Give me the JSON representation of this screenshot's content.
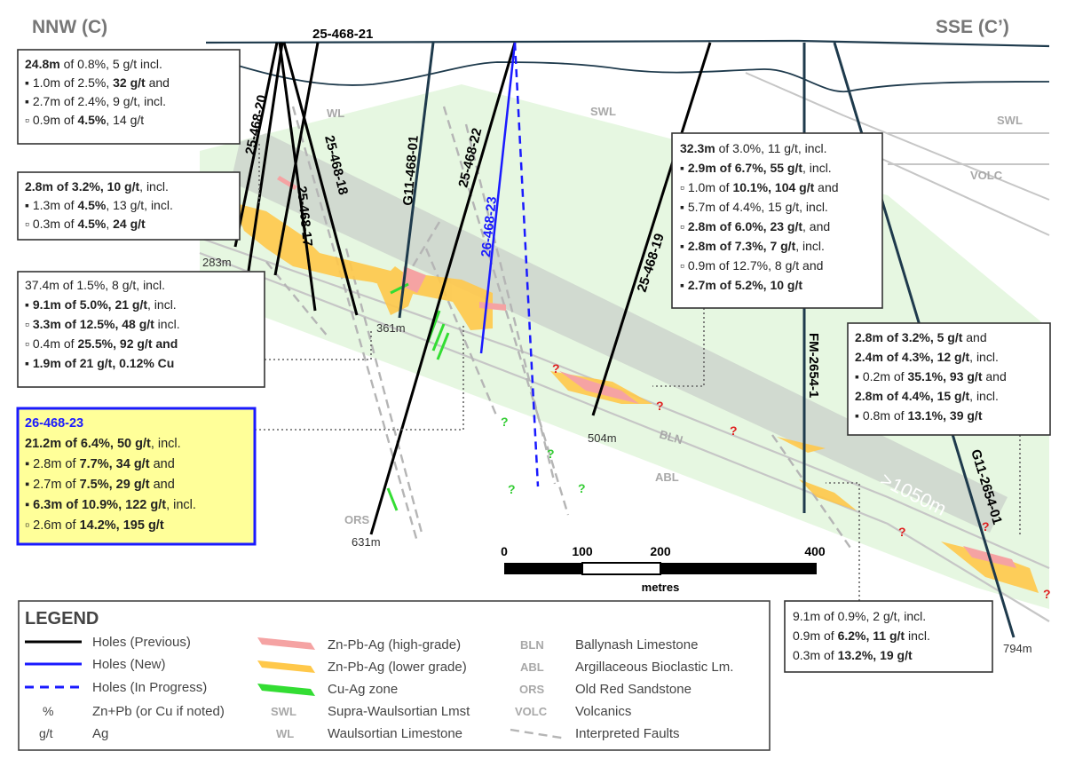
{
  "section": {
    "left_label": "NNW (C)",
    "right_label": "SSE (C’)",
    "distance_label": ">1050m"
  },
  "holes": [
    {
      "id": "25-468-21",
      "type": "previous"
    },
    {
      "id": "25-468-20",
      "type": "previous"
    },
    {
      "id": "25-468-17",
      "type": "previous"
    },
    {
      "id": "25-468-18",
      "type": "previous"
    },
    {
      "id": "G11-468-01",
      "type": "previous"
    },
    {
      "id": "25-468-22",
      "type": "previous"
    },
    {
      "id": "26-468-23",
      "type": "new"
    },
    {
      "id": "25-468-19",
      "type": "previous"
    },
    {
      "id": "FM-2654-1",
      "type": "previous"
    },
    {
      "id": "G11-2654-01",
      "type": "previous"
    }
  ],
  "depths": [
    "283m",
    "361m",
    "631m",
    "504m",
    "794m"
  ],
  "units": [
    "WL",
    "SWL",
    "SWL",
    "VOLC",
    "BLN",
    "ABL",
    "ORS"
  ],
  "unknown_marker": "?",
  "scale_bar": {
    "ticks": [
      "0",
      "100",
      "200",
      "400"
    ],
    "unit": "metres"
  },
  "boxes": {
    "b1": [
      [
        {
          "t": "24.8m",
          "b": true
        },
        {
          "t": " of 0.8%, 5 g/t incl."
        }
      ],
      [
        {
          "t": "▪ 1.0m of 2.5%, "
        },
        {
          "t": "32 g/t",
          "b": true
        },
        {
          "t": " and"
        }
      ],
      [
        {
          "t": "▪ 2.7m of 2.4%, 9 g/t, incl."
        }
      ],
      [
        {
          "t": "   ▫ 0.9m of "
        },
        {
          "t": "4.5%",
          "b": true
        },
        {
          "t": ", 14 g/t"
        }
      ]
    ],
    "b2": [
      [
        {
          "t": "2.8m of 3.2%, 10 g/t",
          "b": true
        },
        {
          "t": ", incl."
        }
      ],
      [
        {
          "t": "▪ 1.3m of "
        },
        {
          "t": "4.5%",
          "b": true
        },
        {
          "t": ", 13 g/t, incl."
        }
      ],
      [
        {
          "t": "   ▫ 0.3m of "
        },
        {
          "t": "4.5%",
          "b": true
        },
        {
          "t": ", "
        },
        {
          "t": "24 g/t",
          "b": true
        }
      ]
    ],
    "b3": [
      [
        {
          "t": "37.4m of 1.5%, 8 g/t, incl."
        }
      ],
      [
        {
          "t": "▪ 9.1m of 5.0%, 21 g/t",
          "b": true
        },
        {
          "t": ", incl."
        }
      ],
      [
        {
          "t": "   ▫ 3.3m of 12.5%, 48 g/t",
          "b": true
        },
        {
          "t": " incl."
        }
      ],
      [
        {
          "t": "     ▫ 0.4m of "
        },
        {
          "t": "25.5%, 92 g/t and",
          "b": true
        }
      ],
      [
        {
          "t": "▪ 1.9m of 21 g/t, 0.12% Cu",
          "b": true
        }
      ]
    ],
    "b4": [
      [
        {
          "t": "26-468-23",
          "b": true,
          "c": "#1a1aff"
        }
      ],
      [
        {
          "t": "21.2m of 6.4%, 50 g/t",
          "b": true
        },
        {
          "t": ", incl."
        }
      ],
      [
        {
          "t": "▪ 2.8m of "
        },
        {
          "t": "7.7%, 34 g/t",
          "b": true
        },
        {
          "t": " and"
        }
      ],
      [
        {
          "t": "▪ 2.7m of "
        },
        {
          "t": "7.5%, 29 g/t",
          "b": true
        },
        {
          "t": " and"
        }
      ],
      [
        {
          "t": "▪ 6.3m of 10.9%, 122 g/t",
          "b": true
        },
        {
          "t": ", incl."
        }
      ],
      [
        {
          "t": "   ▫ 2.6m of "
        },
        {
          "t": "14.2%, 195 g/t",
          "b": true
        }
      ]
    ],
    "b5": [
      [
        {
          "t": "32.3m",
          "b": true
        },
        {
          "t": " of 3.0%, 11 g/t, incl."
        }
      ],
      [
        {
          "t": "▪ 2.9m of 6.7%, 55 g/t",
          "b": true
        },
        {
          "t": ", incl."
        }
      ],
      [
        {
          "t": "   ▫ 1.0m of "
        },
        {
          "t": "10.1%, 104 g/t",
          "b": true
        },
        {
          "t": " and"
        }
      ],
      [
        {
          "t": "▪ 5.7m of 4.4%, 15 g/t, incl."
        }
      ],
      [
        {
          "t": "   ▫ "
        },
        {
          "t": "2.8m of 6.0%, 23 g/t",
          "b": true
        },
        {
          "t": ", and"
        }
      ],
      [
        {
          "t": "▪ 2.8m of 7.3%, 7 g/t",
          "b": true
        },
        {
          "t": ", incl."
        }
      ],
      [
        {
          "t": "   ▫ 0.9m of 12.7%, 8 g/t and"
        }
      ],
      [
        {
          "t": "▪ 2.7m of 5.2%, 10 g/t",
          "b": true
        }
      ]
    ],
    "b6": [
      [
        {
          "t": "2.8m of 3.2%, ",
          "b": true
        },
        {
          "t": "5 g/t",
          "b": true
        },
        {
          "t": " and"
        }
      ],
      [
        {
          "t": "2.4m of 4.3%, 12 g/t",
          "b": true
        },
        {
          "t": ", incl."
        }
      ],
      [
        {
          "t": "▪ 0.2m of "
        },
        {
          "t": "35.1%, 93 g/t",
          "b": true
        },
        {
          "t": " and"
        }
      ],
      [
        {
          "t": "2.8m of 4.4%, 15 g/t",
          "b": true
        },
        {
          "t": ", incl."
        }
      ],
      [
        {
          "t": "▪ 0.8m of "
        },
        {
          "t": "13.1%, 39 g/t",
          "b": true
        }
      ]
    ],
    "b7": [
      [
        {
          "t": "9.1m of 0.9%, 2 g/t, incl."
        }
      ],
      [
        {
          "t": "0.9m of "
        },
        {
          "t": "6.2%, 11 g/t",
          "b": true
        },
        {
          "t": " incl."
        }
      ],
      [
        {
          "t": "0.3m of "
        },
        {
          "t": "13.2%, 19 g/t",
          "b": true
        }
      ]
    ]
  },
  "legend": {
    "title": "LEGEND",
    "col1": [
      {
        "sym": "line-black",
        "label": "Holes (Previous)"
      },
      {
        "sym": "line-blue",
        "label": "Holes (New)"
      },
      {
        "sym": "line-blue-dash",
        "label": "Holes (In Progress)"
      },
      {
        "sym": "%",
        "label": "Zn+Pb (or Cu if noted)"
      },
      {
        "sym": "g/t",
        "label": "Ag"
      }
    ],
    "col2": [
      {
        "sym": "pink",
        "label": "Zn-Pb-Ag (high-grade)"
      },
      {
        "sym": "yellow",
        "label": "Zn-Pb-Ag (lower grade)"
      },
      {
        "sym": "green",
        "label": "Cu-Ag zone"
      },
      {
        "sym": "SWL",
        "label": "Supra-Waulsortian Lmst"
      },
      {
        "sym": "WL",
        "label": "Waulsortian Limestone"
      }
    ],
    "col3": [
      {
        "sym": "BLN",
        "label": "Ballynash Limestone"
      },
      {
        "sym": "ABL",
        "label": "Argillaceous Bioclastic Lm."
      },
      {
        "sym": "ORS",
        "label": "Old Red Sandstone"
      },
      {
        "sym": "VOLC",
        "label": "Volcanics"
      },
      {
        "sym": "dash-grey",
        "label": "Interpreted Faults"
      }
    ]
  },
  "colors": {
    "green_band": "#e6f7e1",
    "high_grade": "#f5a3a3",
    "lower_grade": "#ffc84a",
    "cu_ag": "#33dd33",
    "new_hole": "#1a1aff",
    "highlight_box": "#ffff99"
  }
}
